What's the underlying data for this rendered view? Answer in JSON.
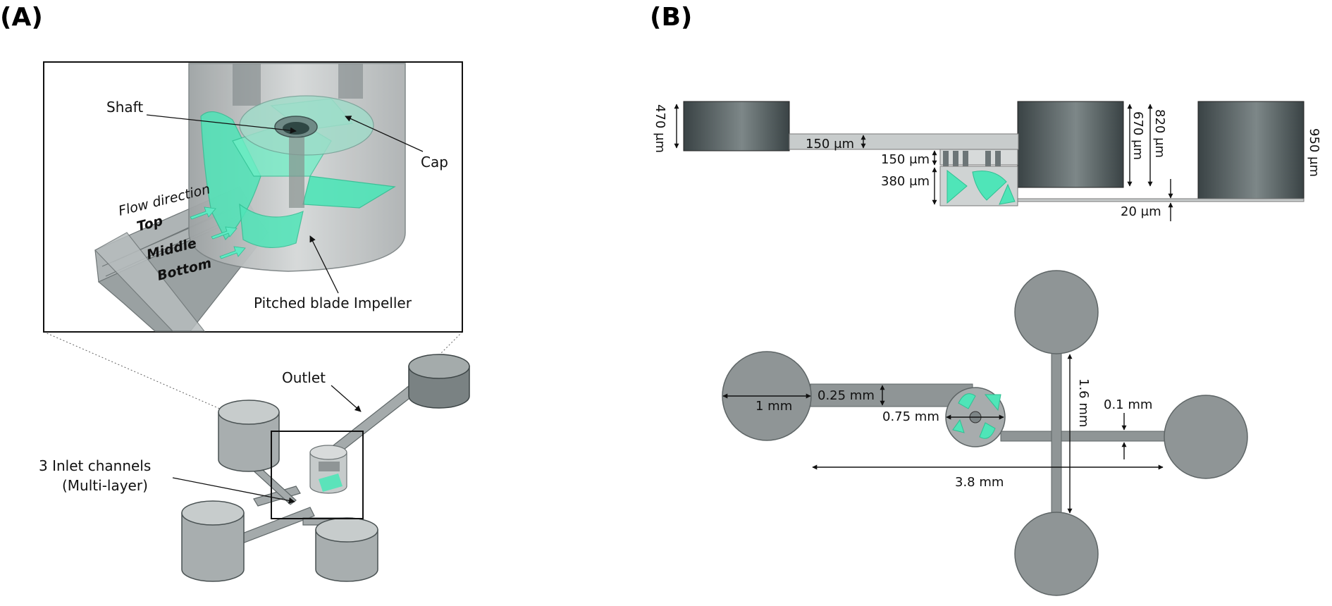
{
  "panels": {
    "a": "(A)",
    "b": "(B)"
  },
  "inset_labels": {
    "shaft": "Shaft",
    "cap": "Cap",
    "flow_direction": "Flow direction",
    "top": "Top",
    "middle": "Middle",
    "bottom": "Bottom",
    "impeller": "Pitched blade Impeller"
  },
  "overview_labels": {
    "outlet": "Outlet",
    "inlet_line1": "3 Inlet channels",
    "inlet_line2": "(Multi-layer)"
  },
  "side_view_dims": {
    "h470": "470 μm",
    "h150_channel": "150 μm",
    "h150_gap": "150 μm",
    "h380": "380 μm",
    "h670": "670 μm",
    "h820": "820 μm",
    "h950": "950 μm",
    "h20": "20 μm"
  },
  "top_view_dims": {
    "d1mm": "1 mm",
    "w025": "0.25 mm",
    "d075": "0.75 mm",
    "l16": "1.6 mm",
    "w01": "0.1 mm",
    "l38": "3.8 mm"
  },
  "colors": {
    "teal": "#4fe5b8",
    "chamber_gray": "#8f9596",
    "reservoir_dark": "#2f393b"
  }
}
